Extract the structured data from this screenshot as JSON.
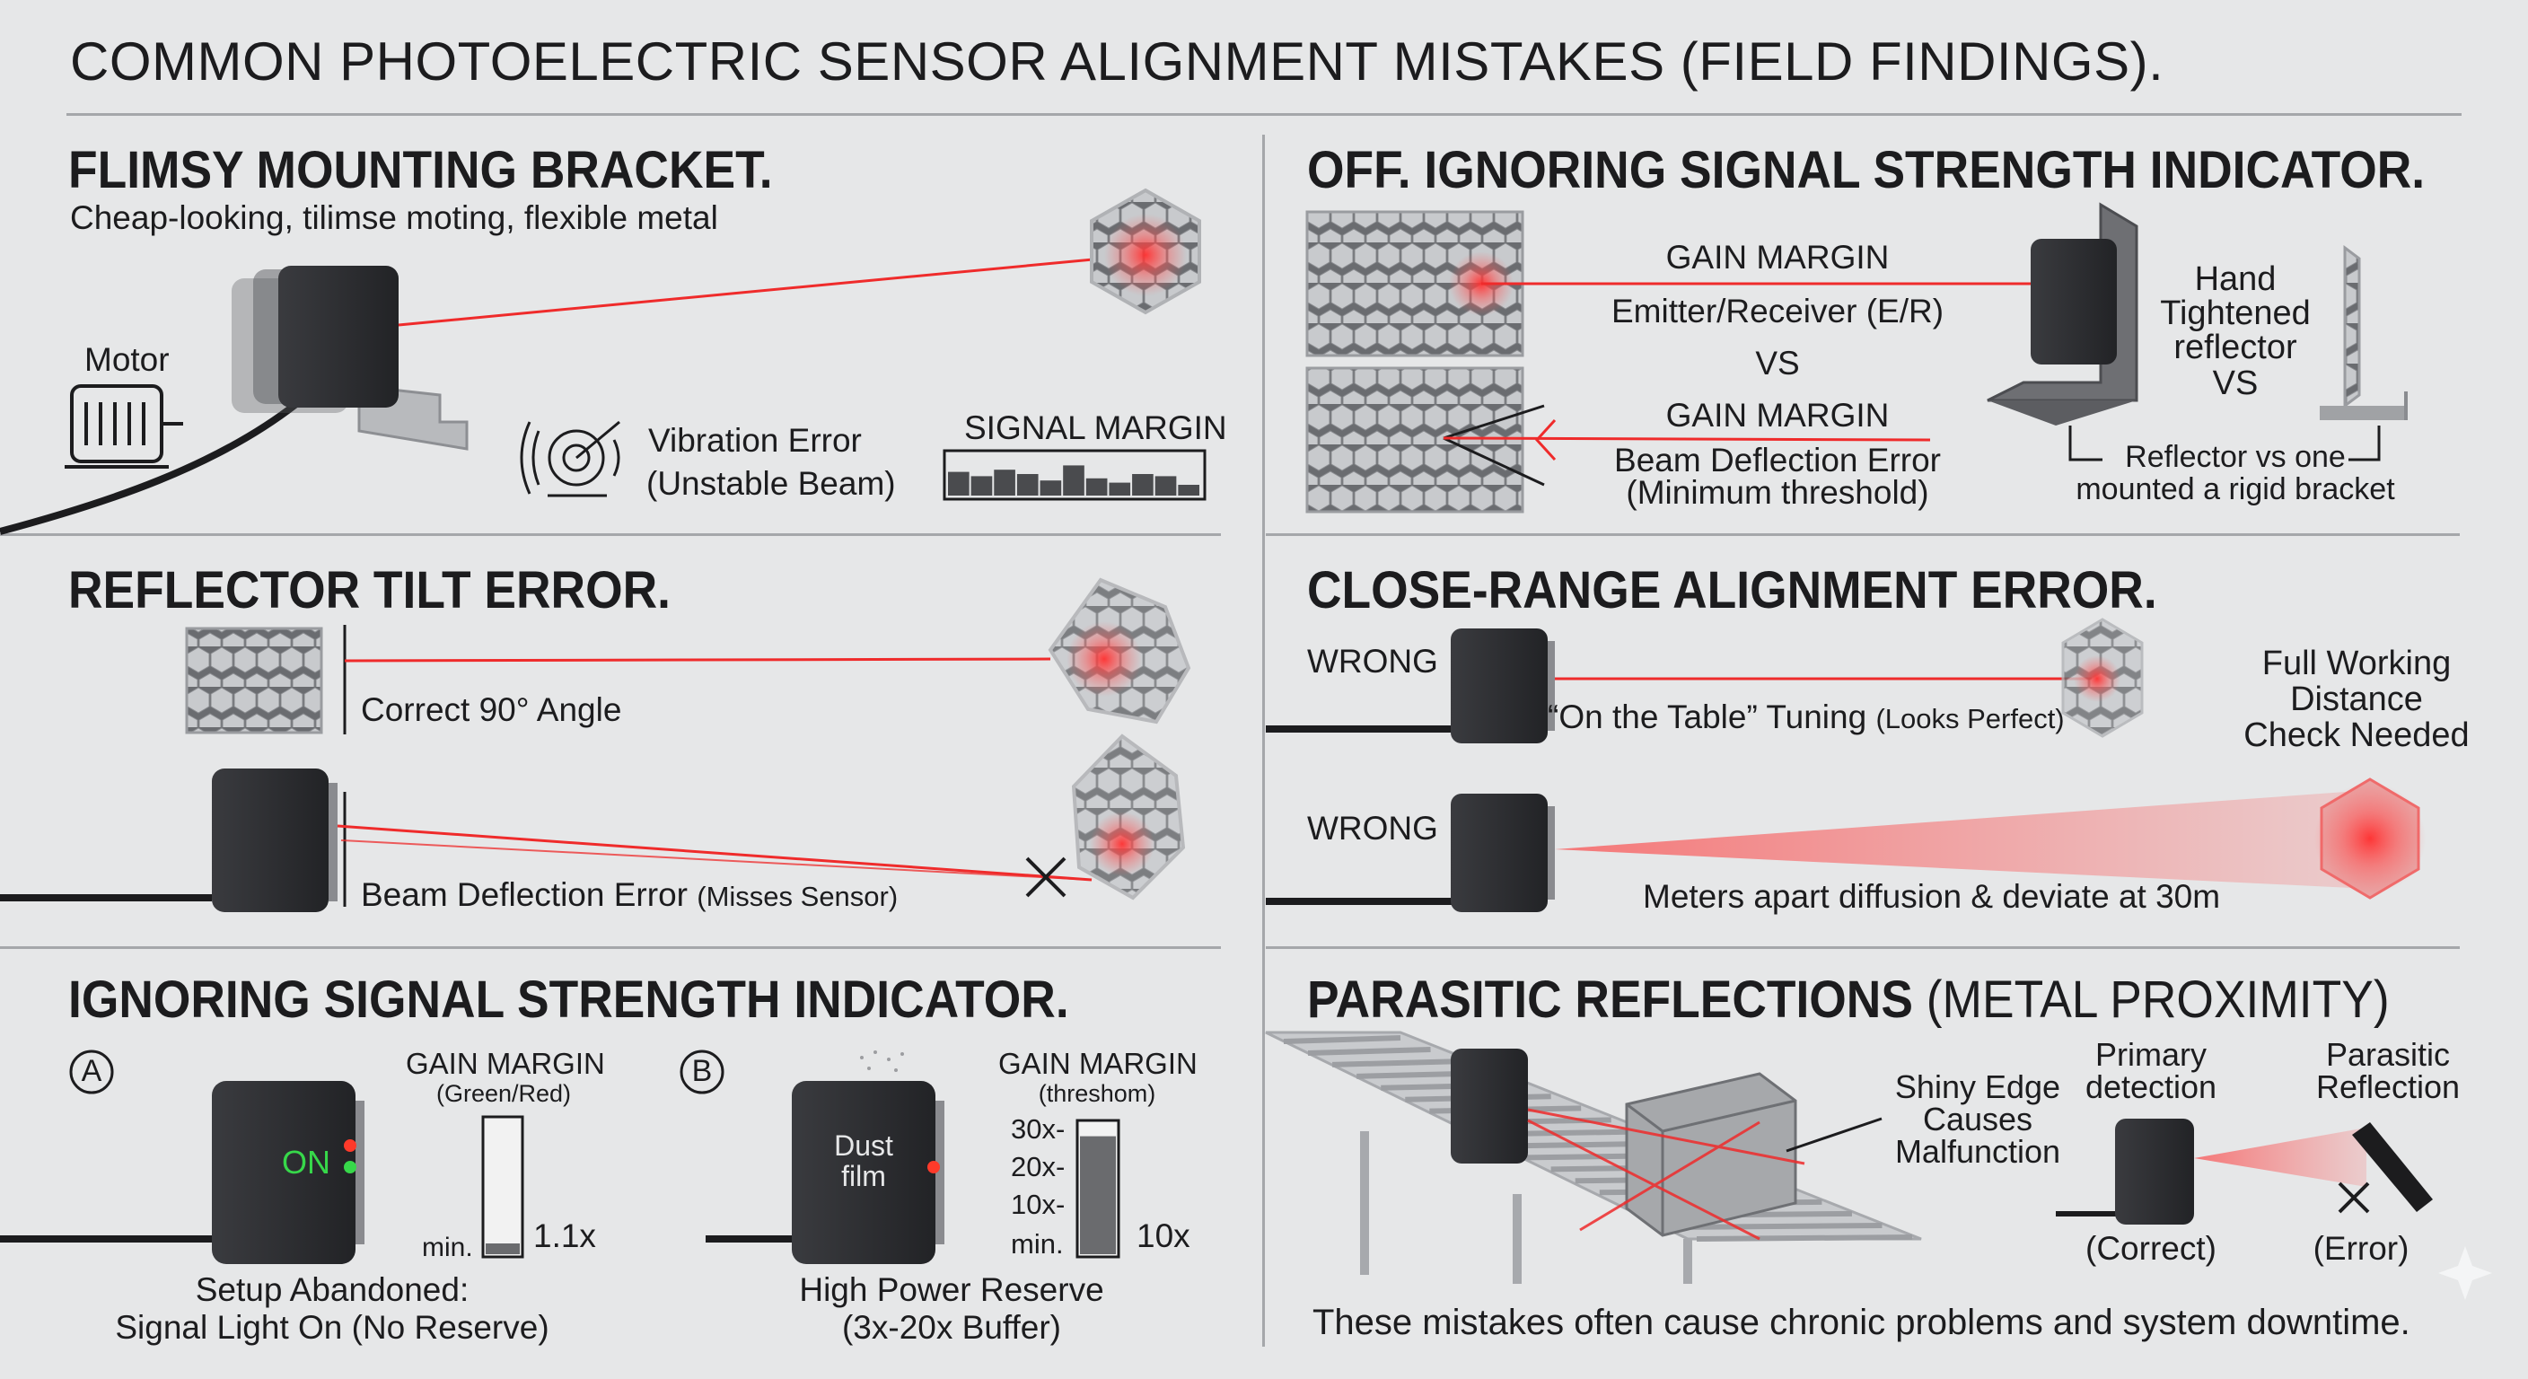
{
  "title": "COMMON PHOTOELECTRIC SENSOR ALIGNMENT MISTAKES (FIELD FINDINGS).",
  "flimsy": {
    "title": "FLIMSY MOUNTING BRACKET.",
    "subtitle": "Cheap-looking, tilimse moting, flexible metal",
    "motor": "Motor",
    "vibration_1": "Vibration Error",
    "vibration_2": "(Unstable Beam)",
    "signal_margin": "SIGNAL MARGIN",
    "signal_margin_bars": [
      0.55,
      0.45,
      0.6,
      0.5,
      0.35,
      0.7,
      0.4,
      0.3,
      0.5,
      0.45,
      0.25
    ]
  },
  "tilt": {
    "title": "REFLECTOR TILT ERROR.",
    "correct": "Correct 90° Angle",
    "deflection": "Beam Deflection Error",
    "deflection_note": "(Misses Sensor)"
  },
  "signal": {
    "title": "IGNORING SIGNAL STRENGTH INDICATOR.",
    "a_marker": "A",
    "b_marker": "B",
    "a_gain_title": "GAIN MARGIN",
    "a_gain_sub": "(Green/Red)",
    "a_on": "ON",
    "a_min": "min.",
    "a_value": "1.1x",
    "a_fill": 0.08,
    "a_caption_1": "Setup Abandoned:",
    "a_caption_2": "Signal Light On (No Reserve)",
    "b_gain_title": "GAIN MARGIN",
    "b_gain_sub": "(threshom)",
    "b_dust_1": "Dust",
    "b_dust_2": "film",
    "b_ticks": [
      "30x-",
      "20x-",
      "10x-",
      "min."
    ],
    "b_value": "10x",
    "b_fill": 0.9,
    "b_caption_1": "High Power Reserve",
    "b_caption_2": "(3x-20x Buffer)"
  },
  "off": {
    "title": "OFF. IGNORING SIGNAL STRENGTH INDICATOR.",
    "gain_1": "GAIN MARGIN",
    "er": "Emitter/Receiver (E/R)",
    "vs_1": "VS",
    "gain_2": "GAIN MARGIN",
    "deflect": "Beam Deflection Error",
    "minimum": "(Minimum threshold)",
    "hand_1": "Hand",
    "hand_2": "Tightened",
    "hand_3": "reflector",
    "hand_vs": "VS",
    "rigid_1": "Reflector vs one",
    "rigid_2": "mounted a rigid bracket"
  },
  "close": {
    "title": "CLOSE-RANGE ALIGNMENT ERROR.",
    "wrong_1": "WRONG",
    "table_main": "“On the Table” Tuning",
    "table_note": "(Looks Perfect)",
    "full_1": "Full Working",
    "full_2": "Distance",
    "full_3": "Check Needed",
    "wrong_2": "WRONG",
    "meters": "Meters apart diffusion & deviate at 30m"
  },
  "parasitic": {
    "title": "PARASITIC REFLECTIONS",
    "title_note": "(METAL PROXIMITY)",
    "shiny_1": "Shiny Edge",
    "shiny_2": "Causes",
    "shiny_3": "Malfunction",
    "primary_1": "Primary",
    "primary_2": "detection",
    "parasitic_1": "Parasitic",
    "parasitic_2": "Reflection",
    "correct": "(Correct)",
    "error": "(Error)"
  },
  "footer": "These mistakes often cause chronic problems and system downtime.",
  "colors": {
    "laser": "#ef2b2b",
    "sensor": "#2b2c2f",
    "background": "#e6e7e8",
    "on_green": "#37d84a"
  }
}
